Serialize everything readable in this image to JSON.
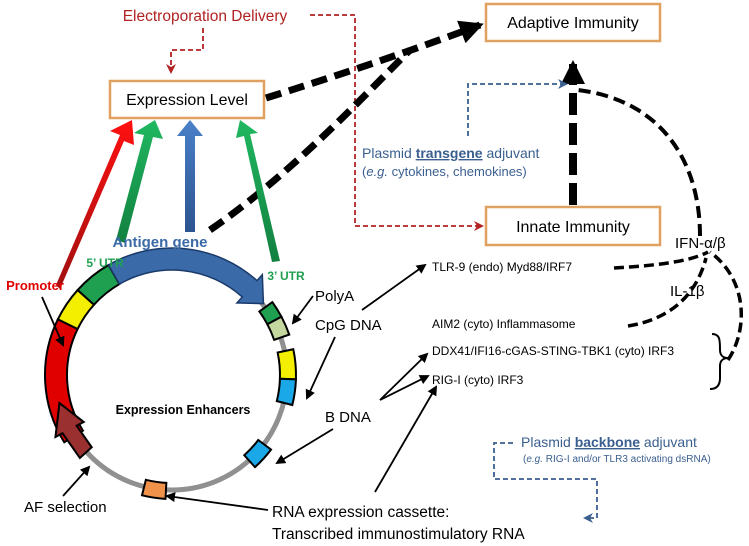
{
  "boxes": {
    "expression_level": "Expression Level",
    "adaptive_immunity": "Adaptive Immunity",
    "innate_immunity": "Innate Immunity"
  },
  "labels": {
    "electroporation": "Electroporation Delivery",
    "antigen_gene": "Antigen gene",
    "utr5": "5’ UTR",
    "utr3": "3’ UTR",
    "promoter": "Promoter",
    "polya": "PolyA",
    "cpg_dna": "CpG DNA",
    "b_dna": "B DNA",
    "expression_enhancers": "Expression Enhancers",
    "af_selection": "AF selection",
    "rna_cassette_line1": "RNA expression cassette:",
    "rna_cassette_line2": "Transcribed immunostimulatory RNA",
    "ifn": "IFN-α/β",
    "il1b": "IL-1β"
  },
  "transgene_adjuvant": {
    "prefix": "Plasmid ",
    "emphasis": "transgene",
    "suffix": " adjuvant",
    "eg": "e.g.",
    "examples": " cytokines, chemokines)"
  },
  "backbone_adjuvant": {
    "prefix": "Plasmid ",
    "emphasis": "backbone",
    "suffix": " adjuvant",
    "eg": "e.g.",
    "examples": " RIG-I and/or TLR3 activating dsRNA)"
  },
  "sensors": [
    "TLR-9 (endo) Myd88/IRF7",
    "AIM2 (cyto) Inflammasome",
    "DDX41/IFI16-cGAS-STING-TBK1 (cyto) IRF3",
    "RIG-I (cyto) IRF3"
  ],
  "colors": {
    "box_border": "#e0a060",
    "electroporation": "#b22222",
    "promoter": "#e00000",
    "utr": "#1fa050",
    "antigen": "#3a6aa8",
    "adjuvant_blue": "#3a5f8f",
    "yellow": "#f4ee00",
    "cyan": "#1aa8e8",
    "polya_light": "#c4d8a0",
    "orange": "#f0924a",
    "af_brown": "#9a3030",
    "backbone": "#909090"
  }
}
